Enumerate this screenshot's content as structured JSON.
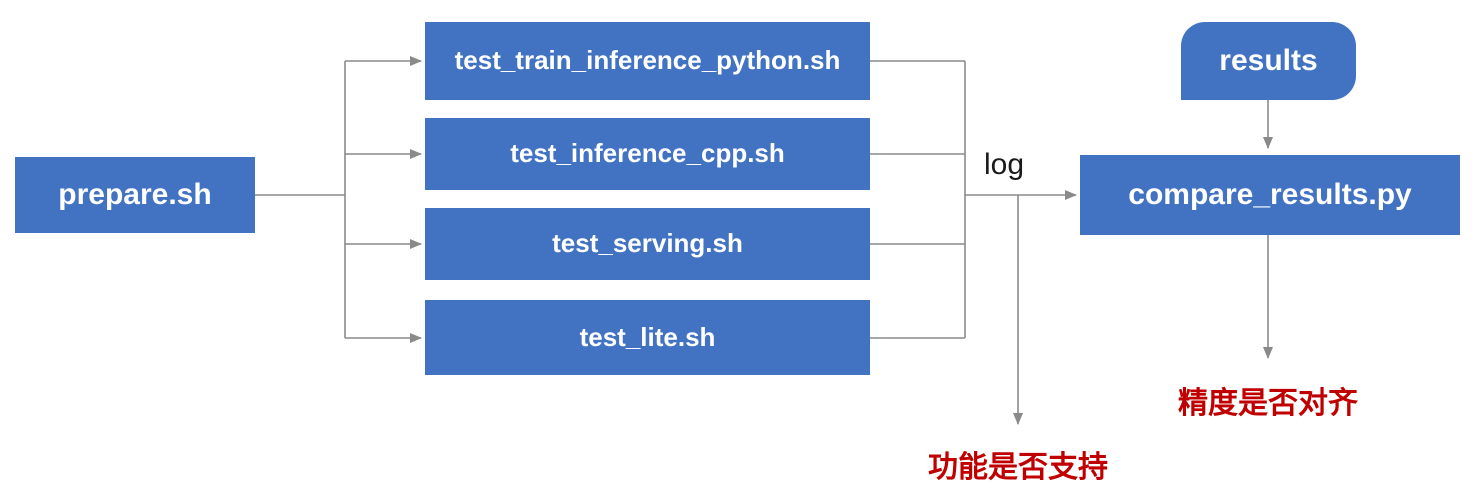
{
  "colors": {
    "background": "#ffffff",
    "box_fill": "#4173c2",
    "box_text": "#ffffff",
    "connector": "#8a8a8a",
    "log_text": "#1a1a1a",
    "warning_text": "#c00000"
  },
  "nodes": {
    "prepare": {
      "label": "prepare.sh"
    },
    "tests": [
      {
        "label": "test_train_inference_python.sh"
      },
      {
        "label": "test_inference_cpp.sh"
      },
      {
        "label": "test_serving.sh"
      },
      {
        "label": "test_lite.sh"
      }
    ],
    "results": {
      "label": "results"
    },
    "compare": {
      "label": "compare_results.py"
    }
  },
  "labels": {
    "log": "log",
    "feature_support": "功能是否支持",
    "accuracy_alignment": "精度是否对齐"
  }
}
